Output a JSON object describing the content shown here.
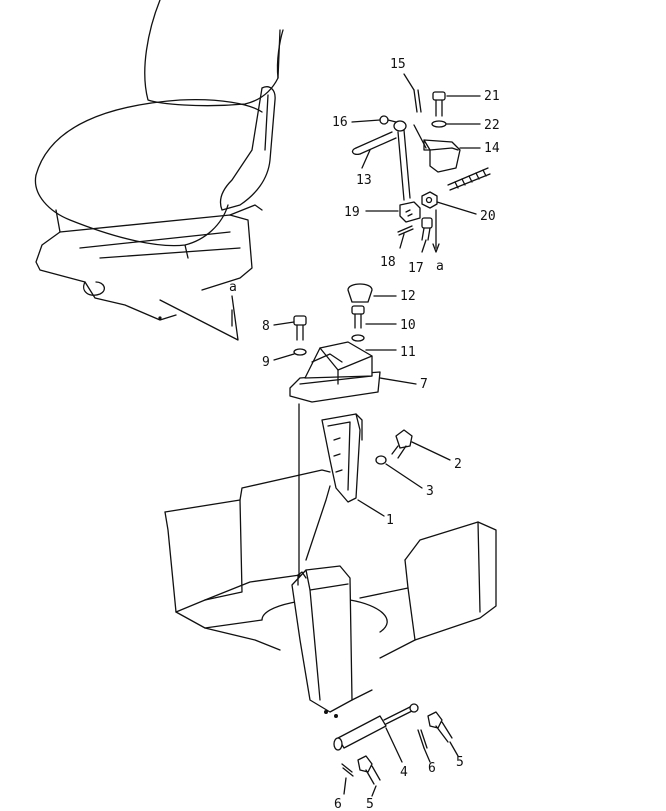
{
  "callouts": [
    {
      "id": "c1",
      "text": "1"
    },
    {
      "id": "c2",
      "text": "2"
    },
    {
      "id": "c3",
      "text": "3"
    },
    {
      "id": "c4",
      "text": "4"
    },
    {
      "id": "c5a",
      "text": "5"
    },
    {
      "id": "c5b",
      "text": "5"
    },
    {
      "id": "c6a",
      "text": "6"
    },
    {
      "id": "c6b",
      "text": "6"
    },
    {
      "id": "c7",
      "text": "7"
    },
    {
      "id": "c8",
      "text": "8"
    },
    {
      "id": "c9",
      "text": "9"
    },
    {
      "id": "c10",
      "text": "10"
    },
    {
      "id": "c11",
      "text": "11"
    },
    {
      "id": "c12",
      "text": "12"
    },
    {
      "id": "c13",
      "text": "13"
    },
    {
      "id": "c14",
      "text": "14"
    },
    {
      "id": "c15",
      "text": "15"
    },
    {
      "id": "c16",
      "text": "16"
    },
    {
      "id": "c17",
      "text": "17"
    },
    {
      "id": "c18",
      "text": "18"
    },
    {
      "id": "c19",
      "text": "19"
    },
    {
      "id": "c20",
      "text": "20"
    },
    {
      "id": "c21",
      "text": "21"
    },
    {
      "id": "c22",
      "text": "22"
    }
  ],
  "refs": {
    "a1": "a",
    "a2": "a"
  }
}
